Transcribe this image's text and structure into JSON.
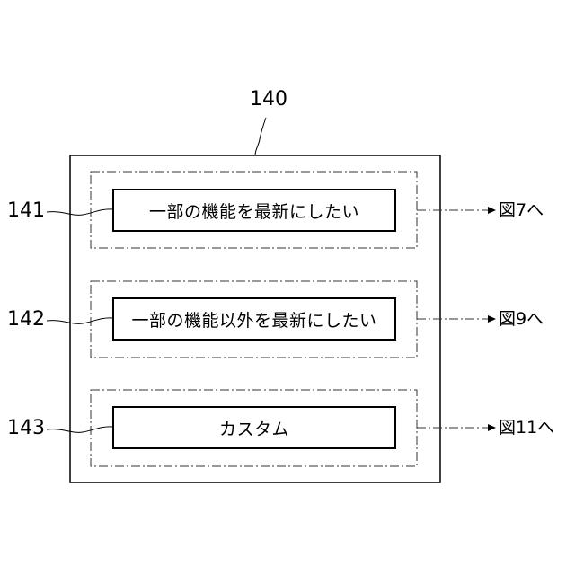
{
  "figure": {
    "screen_ref": "140",
    "options": [
      {
        "ref": "141",
        "label": "一部の機能を最新にしたい",
        "target": "図7へ"
      },
      {
        "ref": "142",
        "label": "一部の機能以外を最新にしたい",
        "target": "図9へ"
      },
      {
        "ref": "143",
        "label": "カスタム",
        "target": "図11へ"
      }
    ]
  }
}
